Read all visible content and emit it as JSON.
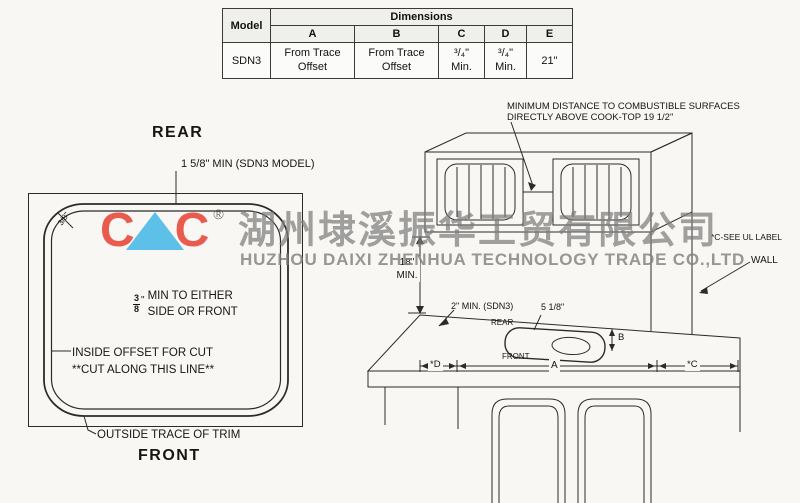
{
  "table": {
    "model_header": "Model",
    "dimensions_header": "Dimensions",
    "columns": [
      "A",
      "B",
      "C",
      "D",
      "E"
    ],
    "row": {
      "model": "SDN3",
      "a": "From Trace Offset",
      "b": "From Trace Offset",
      "c_value": "³/₄\"",
      "c_note": "Min.",
      "d_value": "³/₄\"",
      "d_note": "Min.",
      "e": "21\""
    }
  },
  "template_view": {
    "rear_label": "REAR",
    "front_label": "FRONT",
    "top_note": "1 5/8\" MIN (SDN3 MODEL)",
    "corner_offset": "3/8\"",
    "offset_fraction_num": "3",
    "offset_fraction_den": "8",
    "offset_quote": "\"",
    "offset_line1": "MIN TO EITHER",
    "offset_line2": "SIDE OR FRONT",
    "inside_line1": "INSIDE OFFSET FOR CUT",
    "inside_line2": "**CUT ALONG THIS LINE**",
    "outside_note": "OUTSIDE TRACE OF TRIM"
  },
  "install_view": {
    "combustible_line1": "MINIMUM DISTANCE TO COMBUSTIBLE SURFACES",
    "combustible_line2": "DIRECTLY ABOVE COOK-TOP 19 1/2\"",
    "ul_label": "*C-SEE UL LABEL",
    "wall_label": "WALL",
    "clearance_18_line1": "18\"",
    "clearance_18_line2": "MIN.",
    "clearance_2": "2\" MIN. (SDN3)",
    "dim_5_18": "5 1/8\"",
    "rear_label": "REAR",
    "front_label": "FRONT",
    "dim_a": "A",
    "dim_b": "B",
    "dim_c": "*C",
    "dim_d": "*D"
  },
  "watermark": {
    "logo_left": "C",
    "logo_right": "C",
    "registered": "®",
    "company_cn": "湖州埭溪振华工贸有限公司",
    "company_en": "HUZHOU DAIXI ZHENHUA TECHNOLOGY TRADE CO.,LTD"
  }
}
